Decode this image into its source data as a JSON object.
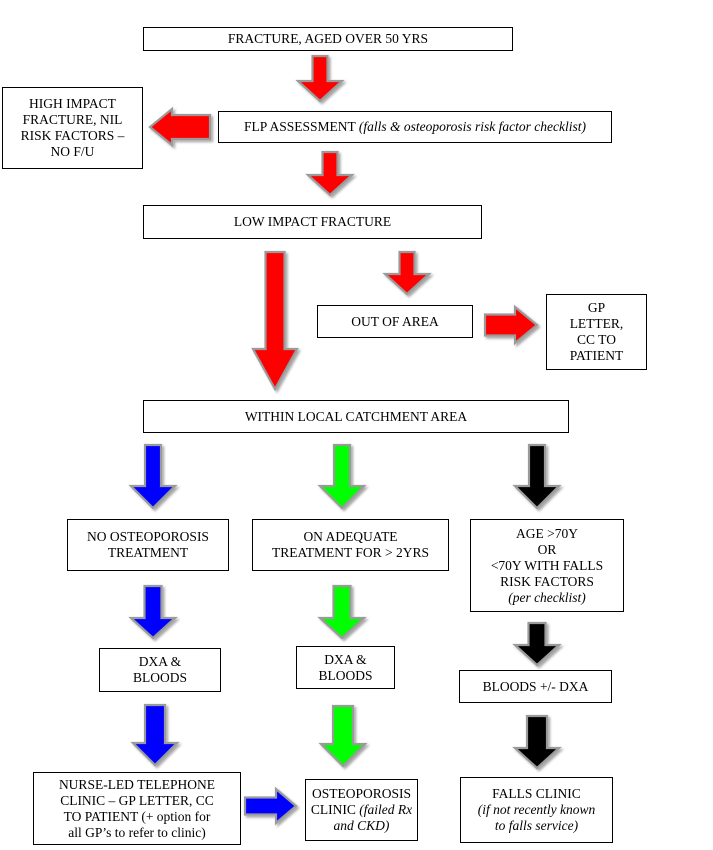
{
  "colors": {
    "red": "#ff0000",
    "blue": "#0000ff",
    "green": "#00ff00",
    "black": "#000000"
  },
  "nodes": {
    "fracture_aged": "FRACTURE, AGED OVER 50 YRS",
    "high_impact": [
      "HIGH IMPACT",
      "FRACTURE, NIL",
      "RISK FACTORS –",
      "NO F/U"
    ],
    "flp_assessment": {
      "main": "FLP ASSESSMENT ",
      "note": "(falls & osteoporosis risk factor checklist)"
    },
    "low_impact": "LOW IMPACT FRACTURE",
    "out_of_area": "OUT OF AREA",
    "gp_letter": [
      "GP",
      "LETTER,",
      "CC TO",
      "PATIENT"
    ],
    "within_catchment": "WITHIN LOCAL CATCHMENT AREA",
    "no_osteo": [
      "NO OSTEOPOROSIS",
      "TREATMENT"
    ],
    "adequate_treatment": [
      "ON ADEQUATE",
      "TREATMENT FOR > 2YRS"
    ],
    "age_70": {
      "lines": [
        "AGE >70Y",
        "OR",
        "<70Y WITH FALLS",
        "RISK FACTORS"
      ],
      "note": "(per checklist)"
    },
    "dxa_bloods_1": [
      "DXA &",
      "BLOODS"
    ],
    "dxa_bloods_2": [
      "DXA &",
      "BLOODS"
    ],
    "bloods_dxa": "BLOODS +/- DXA",
    "nurse_clinic": [
      "NURSE-LED TELEPHONE",
      "CLINIC – GP LETTER, CC",
      "TO PATIENT (+ option for",
      "all GP’s to refer to clinic)"
    ],
    "osteo_clinic": {
      "lines": [
        "OSTEOPOROSIS"
      ],
      "main": "CLINIC ",
      "note1": "(failed Rx",
      "note2": "and CKD)"
    },
    "falls_clinic": {
      "main": "FALLS CLINIC",
      "note1": "(if not recently known",
      "note2": "to falls service)"
    }
  }
}
